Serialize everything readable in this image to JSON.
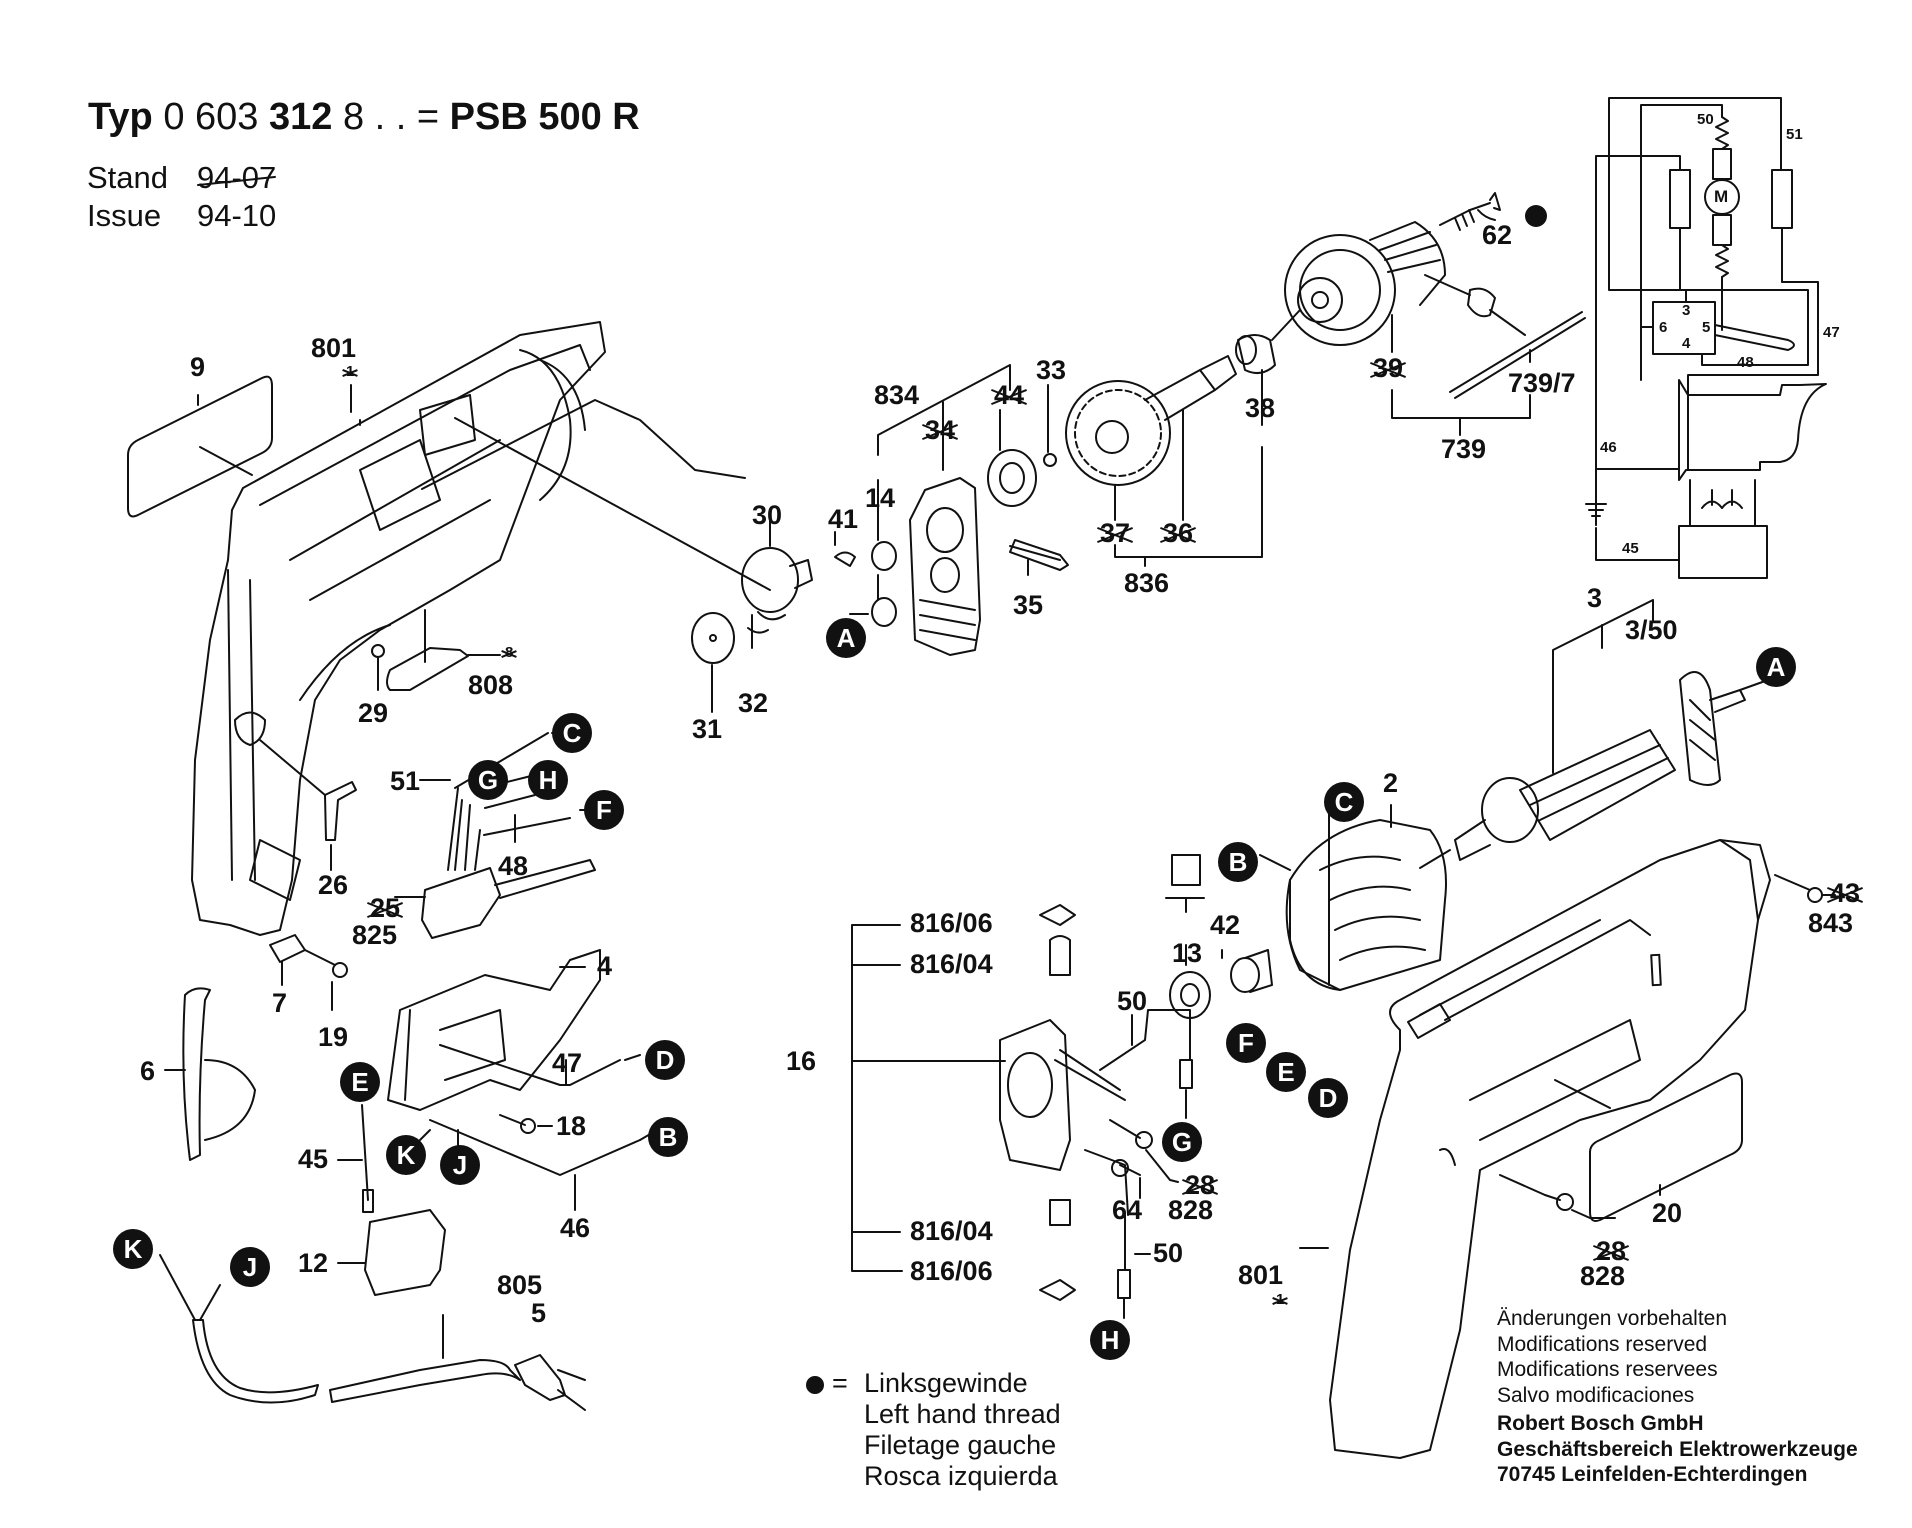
{
  "header": {
    "typ_label": "Typ",
    "type_number_prefix": "0 603",
    "type_number_mid": "312",
    "type_number_suffix": "8 . . =",
    "model": "PSB 500 R",
    "stand_label": "Stand",
    "stand_value_struck": "94-07",
    "issue_label": "Issue",
    "issue_value": "94-10"
  },
  "part_labels": {
    "p9": "9",
    "p801_top": "801",
    "p801_top_sub": "1",
    "p834": "834",
    "p44": "44",
    "p34": "34",
    "p33": "33",
    "p14": "14",
    "p30": "30",
    "p41": "41",
    "p35": "35",
    "p31": "31",
    "p32": "32",
    "p29": "29",
    "p808": "808",
    "p808_sub": "8",
    "p37": "37",
    "p36": "36",
    "p836": "836",
    "p38": "38",
    "p39": "39",
    "p739_7": "739/7",
    "p739": "739",
    "p62": "62",
    "p51": "51",
    "p48": "48",
    "p26": "26",
    "p25": "25",
    "p825": "825",
    "p4": "4",
    "p7": "7",
    "p19": "19",
    "p6": "6",
    "p47": "47",
    "p18": "18",
    "p45": "45",
    "p46": "46",
    "p12": "12",
    "p805": "805",
    "p5": "5",
    "p3": "3",
    "p3_50": "3/50",
    "p2": "2",
    "p13": "13",
    "p42": "42",
    "p43": "43",
    "p843": "843",
    "p816_06a": "816/06",
    "p816_04a": "816/04",
    "p16": "16",
    "p50a": "50",
    "p50b": "50",
    "p64": "64",
    "p28a": "28",
    "p828a": "828",
    "p816_04b": "816/04",
    "p816_06b": "816/06",
    "p801_bottom": "801",
    "p801_bottom_sub": "1",
    "p20": "20",
    "p28b": "28",
    "p828b": "828"
  },
  "connection_markers": {
    "A_left": "A",
    "A_right": "A",
    "B_switch": "B",
    "B_stator": "B",
    "C_switch": "C",
    "C_stator": "C",
    "D_switch": "D",
    "D_stator": "D",
    "E_switch": "E",
    "E_stator": "E",
    "F_switch": "F",
    "F_stator": "F",
    "G_switch": "G",
    "G_brush": "G",
    "H_switch": "H",
    "H_brush": "H",
    "J_switch": "J",
    "J_cable": "J",
    "K_switch": "K",
    "K_cable": "K"
  },
  "wiring_diagram": {
    "labels": {
      "w50": "50",
      "w51": "51",
      "w47": "47",
      "w48": "48",
      "w46": "46",
      "w45": "45",
      "motor": "M",
      "t3": "3",
      "t4": "4",
      "t5": "5",
      "t6": "6"
    }
  },
  "legend": {
    "symbol": "●",
    "equals": "=",
    "lines": [
      "Linksgewinde",
      "Left hand thread",
      "Filetage gauche",
      "Rosca izquierda"
    ]
  },
  "footer": {
    "notes": [
      "Änderungen vorbehalten",
      "Modifications reserved",
      "Modifications reservees",
      "Salvo modificaciones"
    ],
    "company": [
      "Robert Bosch GmbH",
      "Geschäftsbereich Elektrowerkzeuge",
      "70745 Leinfelden-Echterdingen"
    ]
  }
}
